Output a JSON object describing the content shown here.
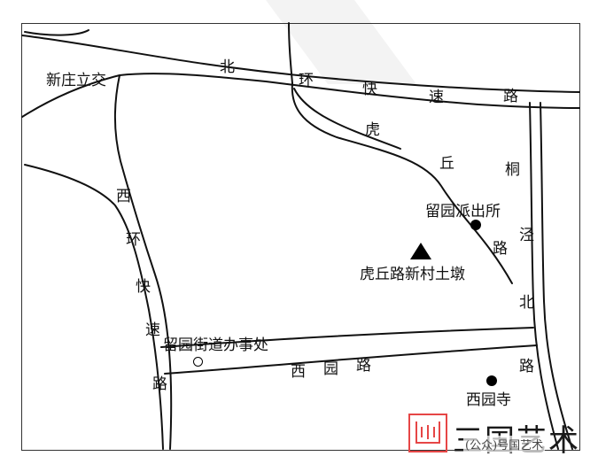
{
  "roads": {
    "north_ring": [
      "北",
      "环",
      "快",
      "速",
      "路"
    ],
    "west_ring": [
      "西",
      "环",
      "快",
      "速",
      "路"
    ],
    "huqiu": [
      "虎",
      "丘",
      "路"
    ],
    "tongjing": [
      "桐",
      "泾",
      "北",
      "路"
    ],
    "xiyuan": [
      "西",
      "园",
      "路"
    ]
  },
  "places": {
    "xinzhuang": "新庄立交",
    "liuyuan_police": "留园派出所",
    "huqiu_village": "虎丘路新村土墩",
    "liuyuan_office": "留园街道办事处",
    "xiyuan_temple": "西园寺"
  },
  "watermark": {
    "chars": "三国艺术",
    "small": "(公众)号国艺术"
  }
}
